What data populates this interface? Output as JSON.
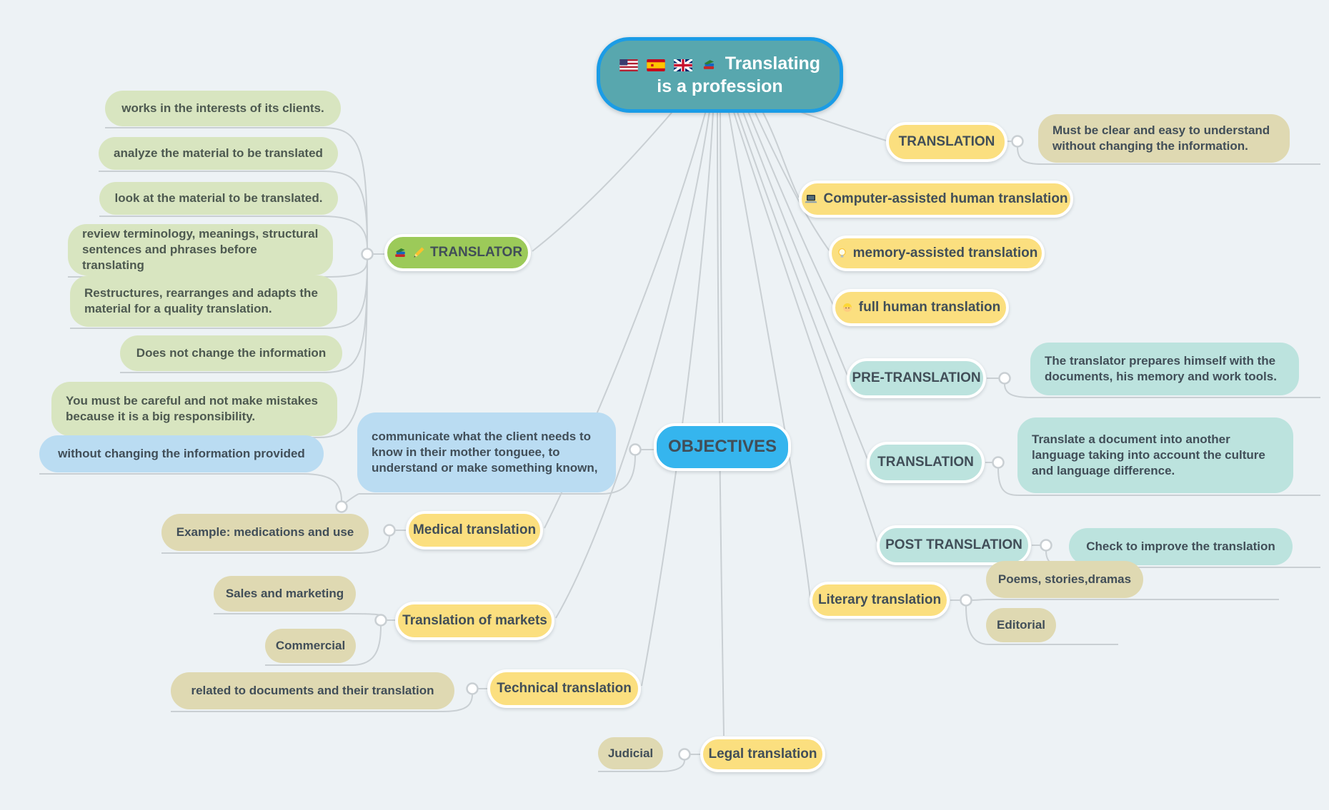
{
  "colors": {
    "bg": "#edf2f5",
    "line": "#c9cfd3",
    "root-fill": "#58a7ae",
    "root-border": "#1b9ce6",
    "root-text": "#ffffff",
    "green": "#9cca59",
    "green-child": "#d8e5c0",
    "blue": "#35b5ee",
    "blue-child": "#badcf2",
    "yellow": "#fbdf7f",
    "tan": "#dfd9b2",
    "teal": "#bce3de",
    "text-dark": "#414e58",
    "text-green": "#4d5950"
  },
  "icons": {
    "root": [
      "us-flag",
      "spain-flag",
      "uk-flag",
      "books"
    ],
    "translator": [
      "books",
      "pencil"
    ],
    "computer": [
      "laptop"
    ],
    "memory": [
      "light-bulb"
    ],
    "full_human": [
      "blond-person"
    ]
  },
  "nodes": {
    "root": {
      "label": "Translating is a profession"
    },
    "translator": {
      "label": "TRANSLATOR"
    },
    "t1": {
      "label": "works in the interests of its clients."
    },
    "t2": {
      "label": "analyze the material to be translated"
    },
    "t3": {
      "label": "look at the material to be translated."
    },
    "t4": {
      "label": "review terminology, meanings, structural sentences and phrases before translating"
    },
    "t5": {
      "label": "Restructures, rearranges and adapts the material for a quality translation."
    },
    "t6": {
      "label": "Does not change the information"
    },
    "t7": {
      "label": "You must be careful and not make mistakes because it is a big responsibility."
    },
    "objectives": {
      "label": "OBJECTIVES"
    },
    "o1": {
      "label": "communicate what the client needs to know in their mother tonguee, to understand or make something known,"
    },
    "o2": {
      "label": "without changing the information provided"
    },
    "translation_top": {
      "label": "TRANSLATION"
    },
    "translation_top_note": {
      "label": "Must be clear and easy to understand without changing the information."
    },
    "computer": {
      "label": "Computer-assisted human translation"
    },
    "memory": {
      "label": "memory-assisted translation"
    },
    "full_human": {
      "label": "full human translation"
    },
    "pre_translation": {
      "label": "PRE-TRANSLATION"
    },
    "pre_translation_note": {
      "label": "The translator prepares himself with the documents, his memory and work tools."
    },
    "translation_mid": {
      "label": "TRANSLATION"
    },
    "translation_mid_note": {
      "label": "Translate a document into another language taking into account the culture and language difference."
    },
    "post_translation": {
      "label": "POST TRANSLATION"
    },
    "post_translation_note": {
      "label": "Check to improve the translation"
    },
    "literary": {
      "label": "Literary translation"
    },
    "literary_c1": {
      "label": "Poems, stories,dramas"
    },
    "literary_c2": {
      "label": "Editorial"
    },
    "medical": {
      "label": "Medical translation"
    },
    "medical_c1": {
      "label": "Example: medications and use"
    },
    "markets": {
      "label": "Translation of markets"
    },
    "markets_c1": {
      "label": "Sales and marketing"
    },
    "markets_c2": {
      "label": "Commercial"
    },
    "technical": {
      "label": "Technical translation"
    },
    "technical_c1": {
      "label": "related to documents and their translation"
    },
    "legal": {
      "label": "Legal translation"
    },
    "legal_c1": {
      "label": "Judicial"
    }
  }
}
